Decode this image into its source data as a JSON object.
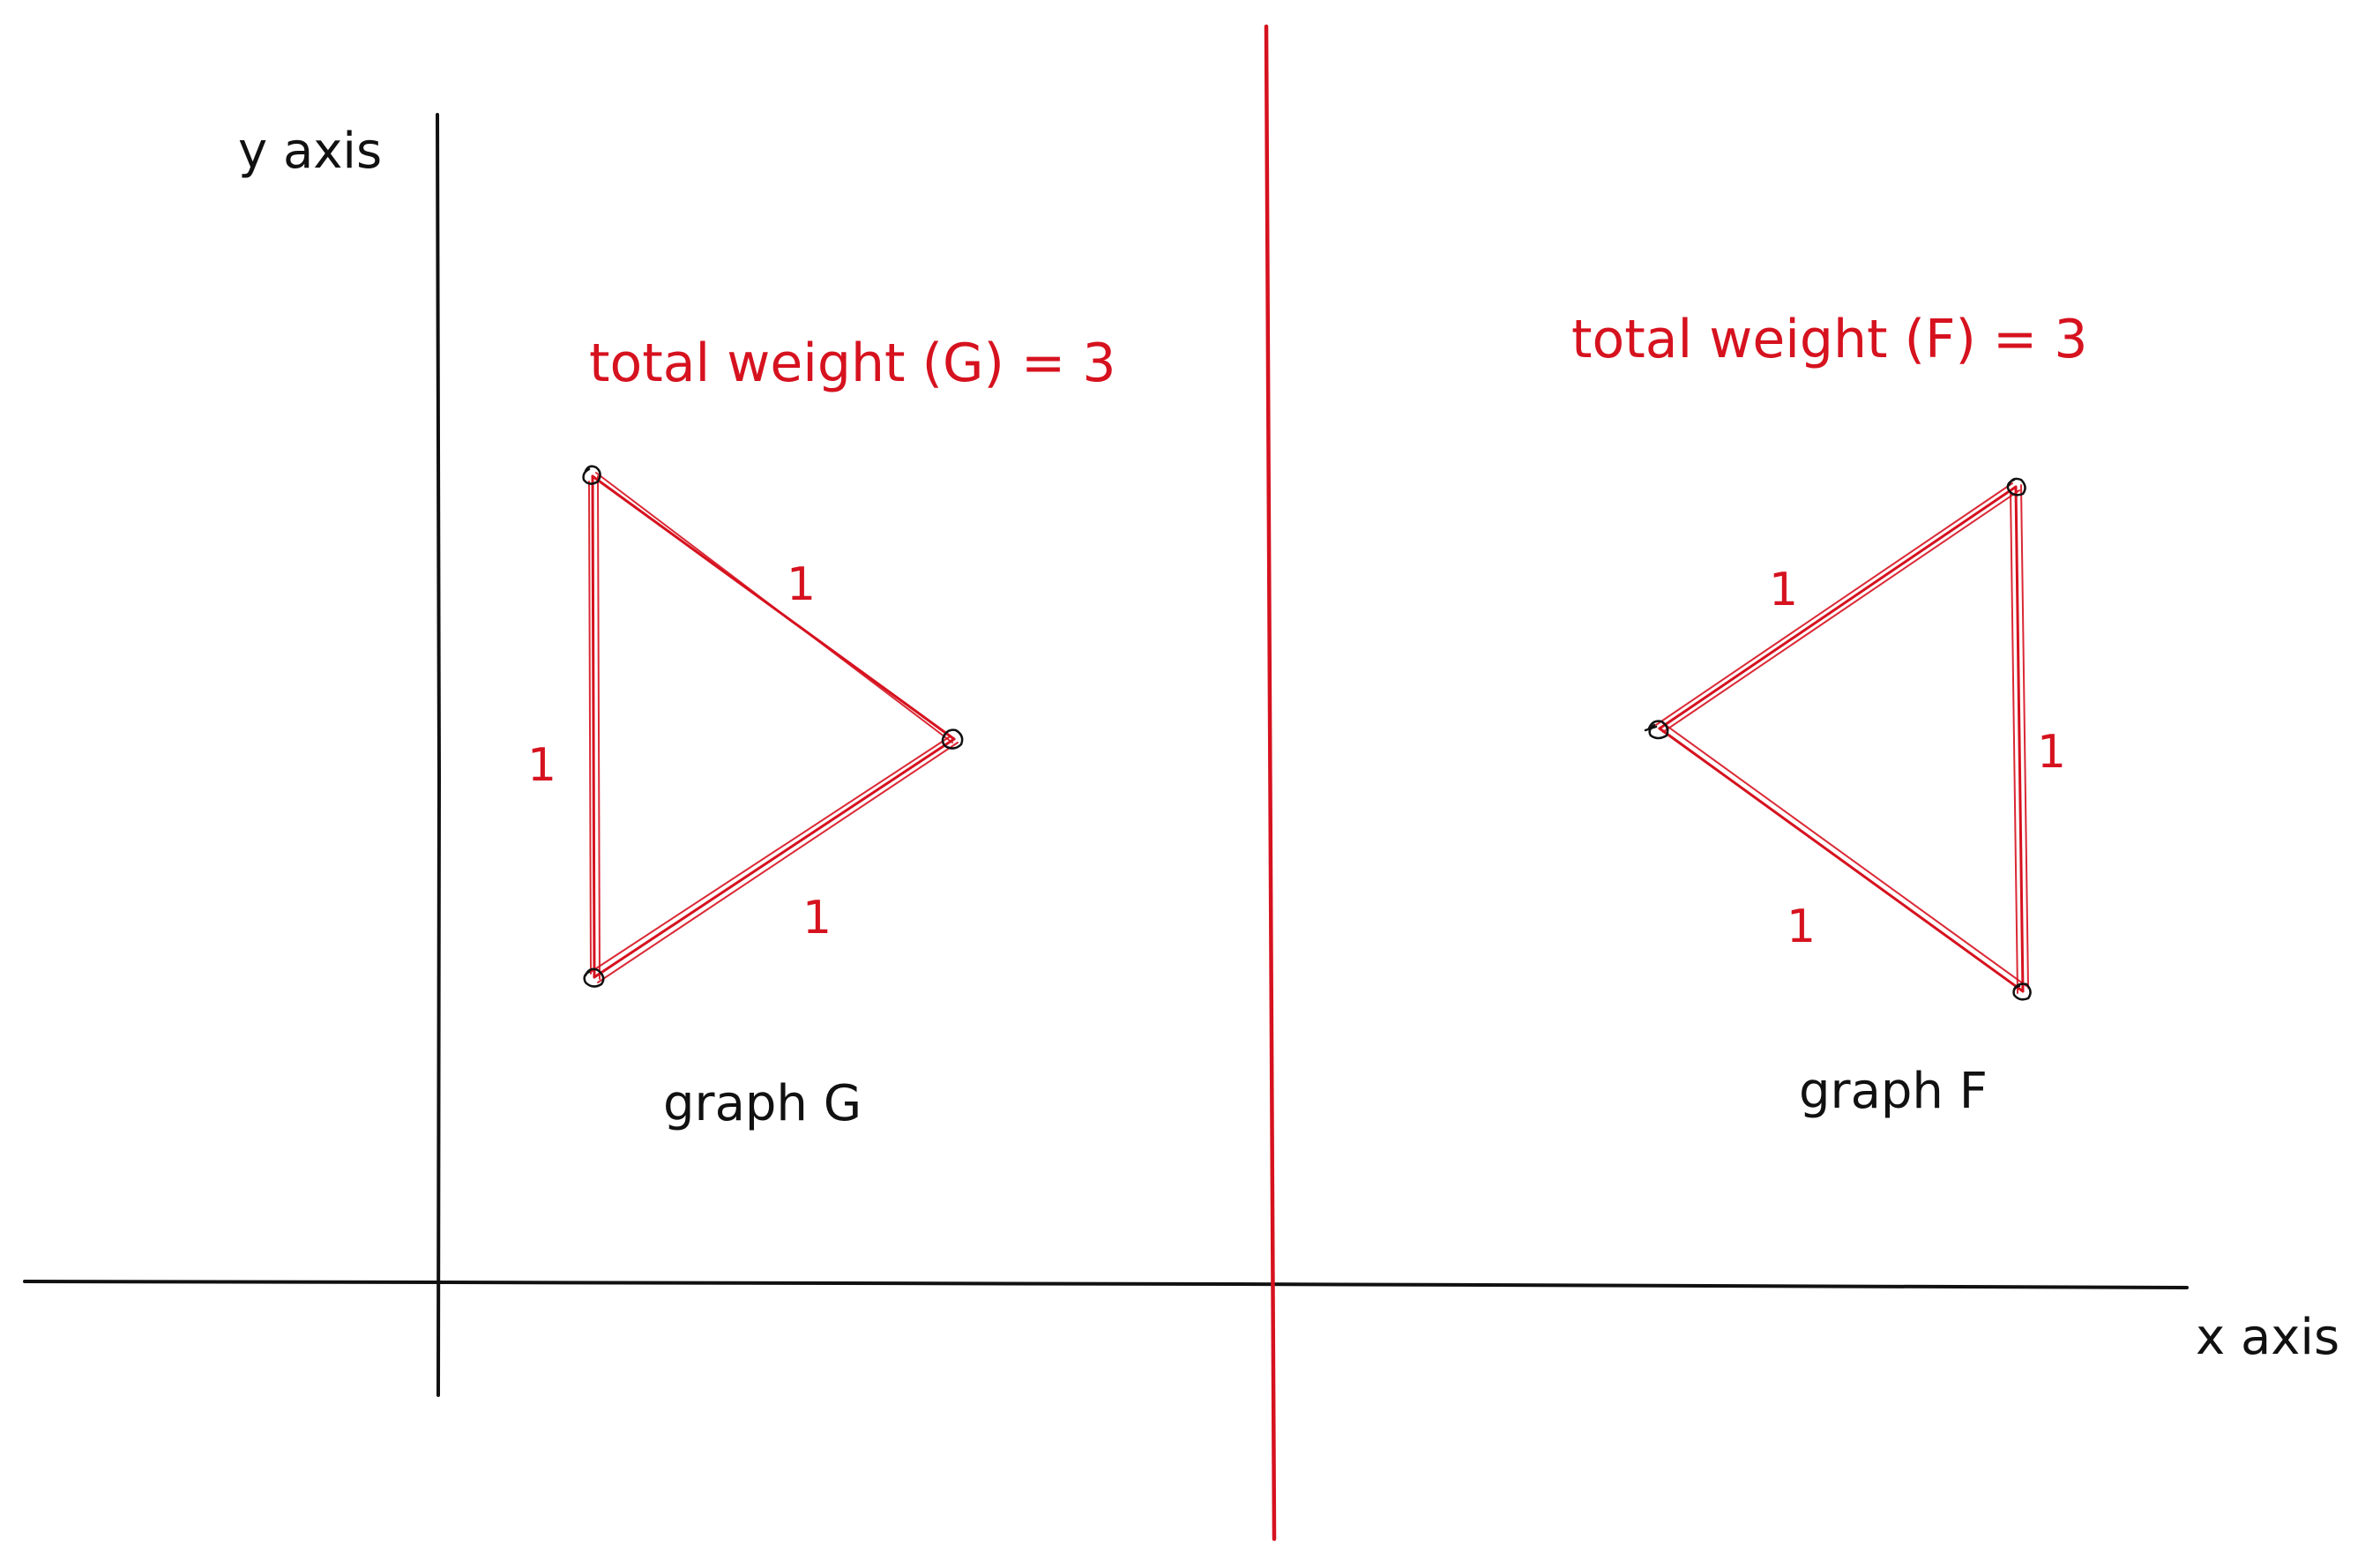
{
  "axes": {
    "y_label": "y axis",
    "x_label": "x axis"
  },
  "graph_g": {
    "total_weight_label": "total weight (G) = 3",
    "name": "graph G",
    "edges": [
      {
        "name": "G-top-left to G-right",
        "weight": "1"
      },
      {
        "name": "G-top-left to G-bottom-left",
        "weight": "1"
      },
      {
        "name": "G-bottom-left to G-right",
        "weight": "1"
      }
    ]
  },
  "graph_f": {
    "total_weight_label": "total weight (F) = 3",
    "name": "graph F",
    "edges": [
      {
        "name": "F-left to F-top-right",
        "weight": "1"
      },
      {
        "name": "F-top-right to F-bottom-right",
        "weight": "1"
      },
      {
        "name": "F-left to F-bottom-right",
        "weight": "1"
      }
    ]
  },
  "colors": {
    "ink": "#111111",
    "accent_red": "#d6121f",
    "background": "#ffffff"
  }
}
